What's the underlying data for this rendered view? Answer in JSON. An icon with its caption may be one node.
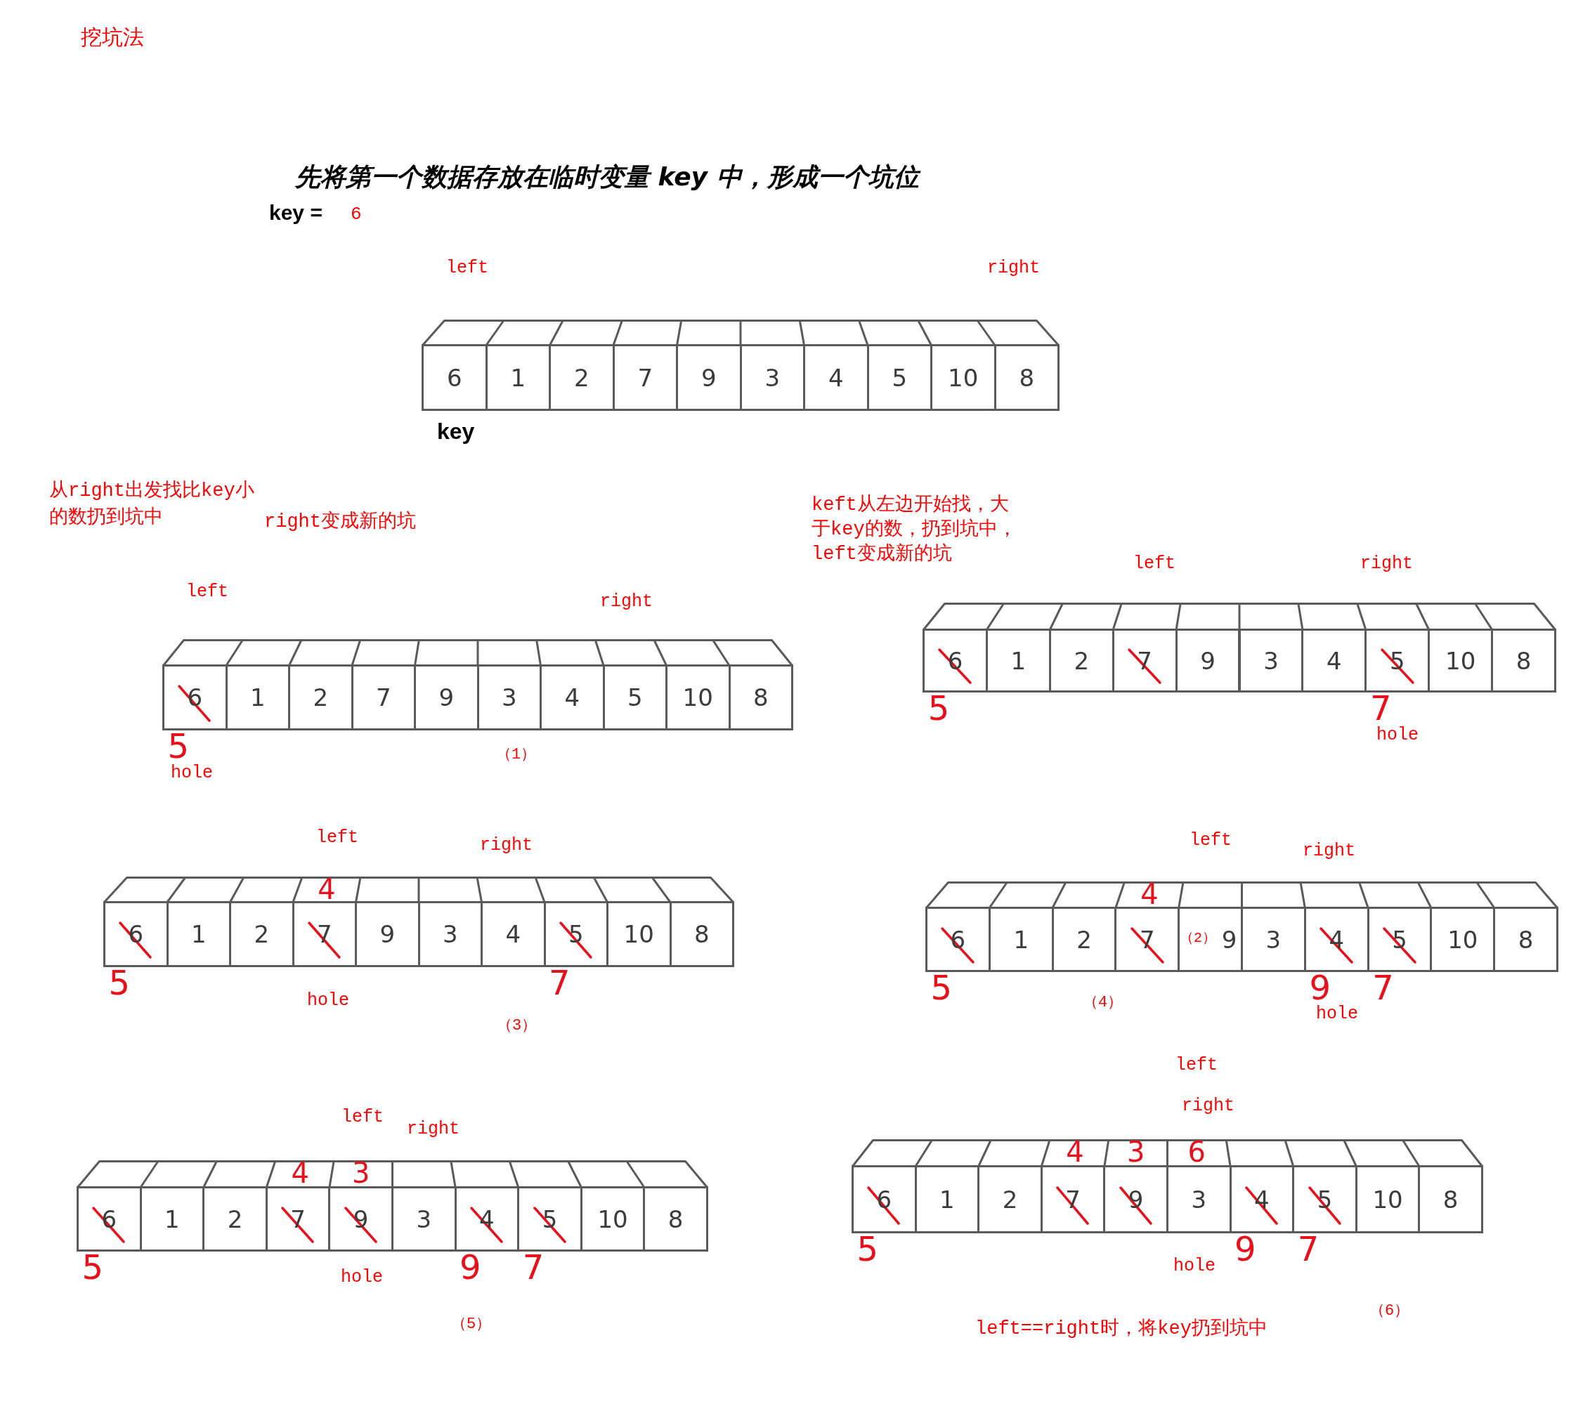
{
  "diagram": {
    "title": "挖坑法",
    "nodes": [
      {
        "text": [
          "6"
        ]
      },
      {
        "text": [
          "1"
        ]
      },
      {
        "text": [
          "2"
        ]
      },
      {
        "text": [
          "7"
        ]
      },
      {
        "text": [
          "9"
        ]
      },
      {
        "text": [
          "3"
        ]
      },
      {
        "text": [
          "4"
        ]
      },
      {
        "text": [
          "5"
        ]
      },
      {
        "text": [
          "10"
        ]
      },
      {
        "text": [
          "8"
        ]
      },
      {
        "text": [
          "6"
        ],
        "beside": [
          "5"
        ]
      },
      {
        "text": [
          "1"
        ]
      },
      {
        "text": [
          "2"
        ]
      },
      {
        "text": [
          "7"
        ]
      },
      {
        "text": [
          "9"
        ]
      },
      {
        "text": [
          "3"
        ]
      },
      {
        "text": [
          "4"
        ]
      },
      {
        "text": [
          "5"
        ]
      },
      {
        "text": [
          "10"
        ]
      },
      {
        "text": [
          "8"
        ]
      },
      {
        "text": [
          "6"
        ],
        "beside": [
          "5"
        ]
      },
      {
        "text": [
          "1"
        ]
      },
      {
        "text": [
          "2"
        ]
      },
      {
        "text": [
          "7"
        ]
      },
      {
        "text": [
          "9"
        ]
      },
      {
        "text": [
          "3"
        ]
      },
      {
        "text": [
          "4"
        ]
      },
      {
        "text": [
          "5"
        ],
        "beside": [
          "7"
        ]
      },
      {
        "text": [
          "10"
        ]
      },
      {
        "text": [
          "8"
        ]
      },
      {
        "text": [
          "6"
        ],
        "beside": [
          "5"
        ]
      },
      {
        "text": [
          "1"
        ]
      },
      {
        "text": [
          "2"
        ]
      },
      {
        "text": [
          "7"
        ],
        "beside": [
          "4"
        ]
      },
      {
        "text": [
          "9"
        ]
      },
      {
        "text": [
          "3"
        ]
      },
      {
        "text": [
          "4"
        ]
      },
      {
        "text": [
          "5"
        ],
        "beside": [
          "7"
        ]
      },
      {
        "text": [
          "10"
        ]
      },
      {
        "text": [
          "8"
        ]
      },
      {
        "text": [
          "6"
        ],
        "beside": [
          "5"
        ]
      },
      {
        "text": [
          "1"
        ]
      },
      {
        "text": [
          "2"
        ]
      },
      {
        "text": [
          "7"
        ],
        "beside": [
          "4"
        ]
      },
      {
        "text": [
          "9"
        ]
      },
      {
        "text": [
          "3"
        ]
      },
      {
        "text": [
          "4"
        ],
        "beside": [
          "9"
        ]
      },
      {
        "text": [
          "5"
        ],
        "beside": [
          "7"
        ]
      },
      {
        "text": [
          "10"
        ]
      },
      {
        "text": [
          "8"
        ]
      },
      {
        "text": [
          "6"
        ],
        "beside": [
          "5"
        ]
      },
      {
        "text": [
          "1"
        ]
      },
      {
        "text": [
          "2"
        ]
      },
      {
        "text": [
          "7"
        ],
        "beside": [
          "4"
        ]
      },
      {
        "text": [
          "9"
        ],
        "beside": [
          "3"
        ]
      },
      {
        "text": [
          "3"
        ]
      },
      {
        "text": [
          "4"
        ],
        "beside": [
          "9"
        ]
      },
      {
        "text": [
          "5"
        ],
        "beside": [
          "7"
        ]
      },
      {
        "text": [
          "10"
        ]
      },
      {
        "text": [
          "8"
        ]
      },
      {
        "text": [
          "6"
        ],
        "beside": [
          "5"
        ]
      },
      {
        "text": [
          "1"
        ]
      },
      {
        "text": [
          "2"
        ]
      },
      {
        "text": [
          "7"
        ],
        "beside": [
          "4"
        ]
      },
      {
        "text": [
          "9"
        ],
        "beside": [
          "3"
        ]
      },
      {
        "text": [
          "3"
        ],
        "beside": [
          "6"
        ]
      },
      {
        "text": [
          "4"
        ],
        "beside": [
          "9"
        ]
      },
      {
        "text": [
          "5"
        ],
        "beside": [
          "7"
        ]
      },
      {
        "text": [
          "10"
        ]
      },
      {
        "text": [
          "8"
        ]
      }
    ],
    "labels": [
      "先将第一个数据存放在临时变量 key 中，形成一个坑位",
      "key =",
      "6",
      "left",
      "right",
      "key",
      "从right出发找比key小的数扔到坑中",
      "right变成新的坑",
      "left",
      "right",
      "hole",
      "（1）",
      "keft从左边开始找，大于key的数，扔到坑中，left变成新的坑",
      "left",
      "right",
      "hole",
      "left",
      "right",
      "hole",
      "（3）",
      "left",
      "right",
      "（2）",
      "（4）",
      "hole",
      "left",
      "right",
      "hole",
      "（5）",
      "left",
      "right",
      "hole",
      "（6）",
      "left==right时，将key扔到坑中"
    ]
  }
}
